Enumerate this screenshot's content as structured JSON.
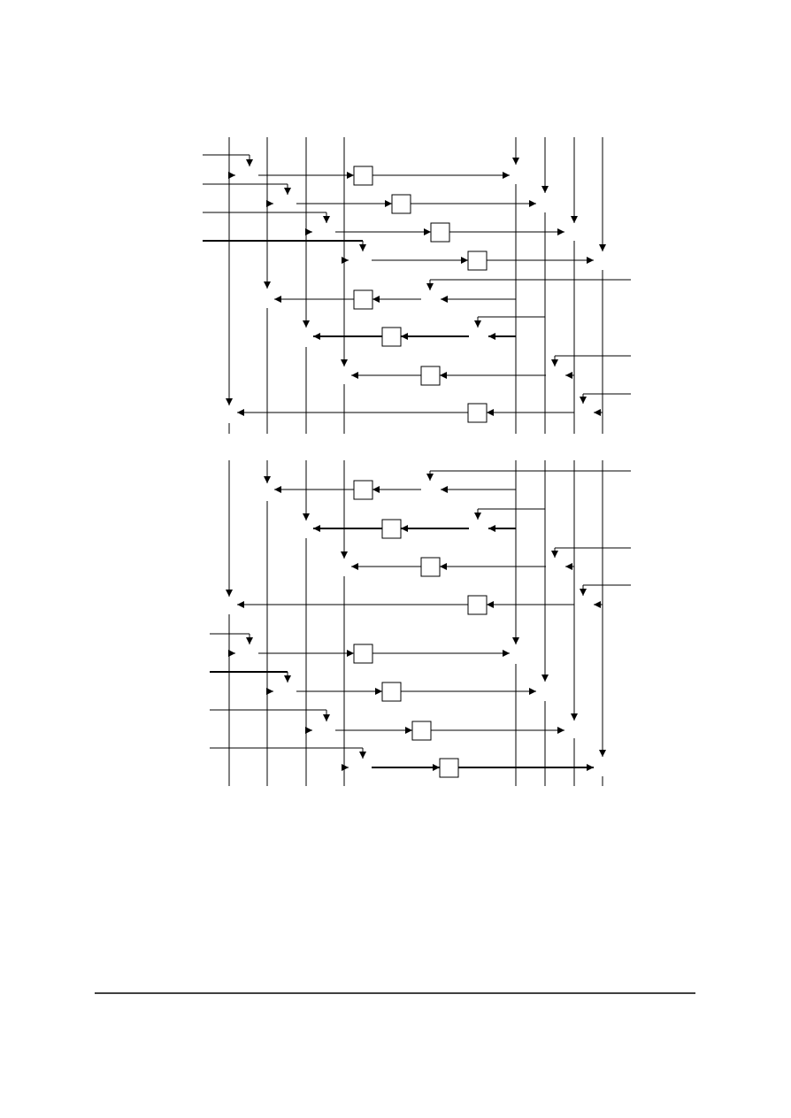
{
  "page": {
    "footer_rule": true
  },
  "diagram": {
    "type": "signal-flow-diagram",
    "line_color": "#000000",
    "background": "#ffffff",
    "panels": 2,
    "vertical_buses_per_panel": 8,
    "routes_per_panel": 8,
    "box_labels": "none"
  }
}
